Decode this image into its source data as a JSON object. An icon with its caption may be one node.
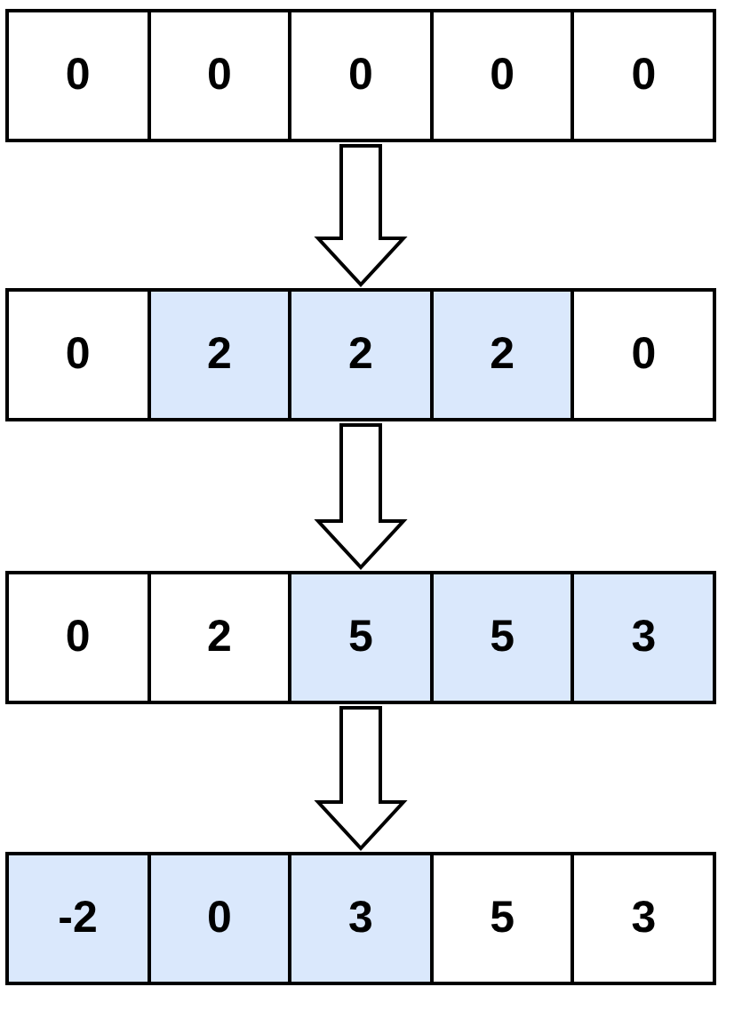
{
  "diagram": {
    "nodes": [
      {
        "text": [],
        "shape": "box"
      },
      {
        "text": [
          "0"
        ],
        "in": 0
      },
      {
        "text": [
          "0"
        ],
        "in": 0
      },
      {
        "text": [
          "0"
        ],
        "in": 0
      },
      {
        "text": [
          "0"
        ],
        "in": 0
      },
      {
        "text": [
          "0"
        ],
        "in": 0
      },
      {
        "text": [],
        "shape": "box"
      },
      {
        "text": [
          "0"
        ],
        "in": 6
      },
      {
        "text": [
          "2"
        ],
        "in": 6
      },
      {
        "text": [
          "2"
        ],
        "in": 6
      },
      {
        "text": [
          "2"
        ],
        "in": 6
      },
      {
        "text": [
          "0"
        ],
        "in": 6
      },
      {
        "text": [],
        "shape": "box"
      },
      {
        "text": [
          "0"
        ],
        "in": 12
      },
      {
        "text": [
          "2"
        ],
        "in": 12
      },
      {
        "text": [
          "5"
        ],
        "in": 12
      },
      {
        "text": [
          "5"
        ],
        "in": 12
      },
      {
        "text": [
          "3"
        ],
        "in": 12
      },
      {
        "text": [],
        "shape": "box"
      },
      {
        "text": [
          "-2"
        ],
        "in": 18
      },
      {
        "text": [
          "0"
        ],
        "in": 18
      },
      {
        "text": [
          "3"
        ],
        "in": 18
      },
      {
        "text": [
          "5"
        ],
        "in": 18
      },
      {
        "text": [
          "3"
        ],
        "in": 18
      }
    ],
    "edges": [
      {
        "from": 0,
        "to": 6,
        "arrow": "to"
      },
      {
        "from": 6,
        "to": 12,
        "arrow": "to"
      },
      {
        "from": 12,
        "to": 18,
        "arrow": "to"
      }
    ]
  }
}
